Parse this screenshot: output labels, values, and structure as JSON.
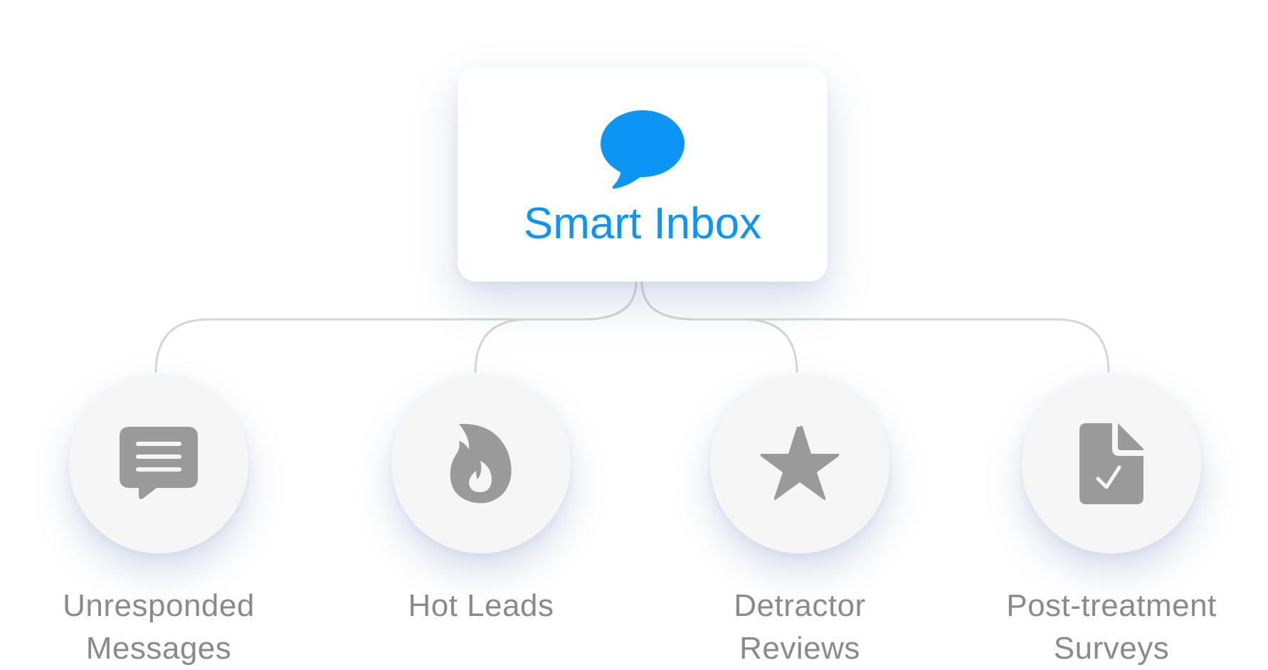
{
  "root": {
    "title": "Smart Inbox",
    "icon": "chat-bubble-icon",
    "accent_color": "#0b96f5"
  },
  "children": [
    {
      "label_line1": "Unresponded",
      "label_line2": "Messages",
      "icon": "message-lines-icon"
    },
    {
      "label_line1": "Hot Leads",
      "label_line2": "",
      "icon": "flame-icon"
    },
    {
      "label_line1": "Detractor",
      "label_line2": "Reviews",
      "icon": "star-icon"
    },
    {
      "label_line1": "Post-treatment",
      "label_line2": "Surveys",
      "icon": "document-check-icon"
    }
  ],
  "colors": {
    "icon_gray": "#9a9a9a",
    "label_gray": "#8a8a8a",
    "connector_gray": "#d6d6d6",
    "node_fill": "#f6f6f6"
  }
}
